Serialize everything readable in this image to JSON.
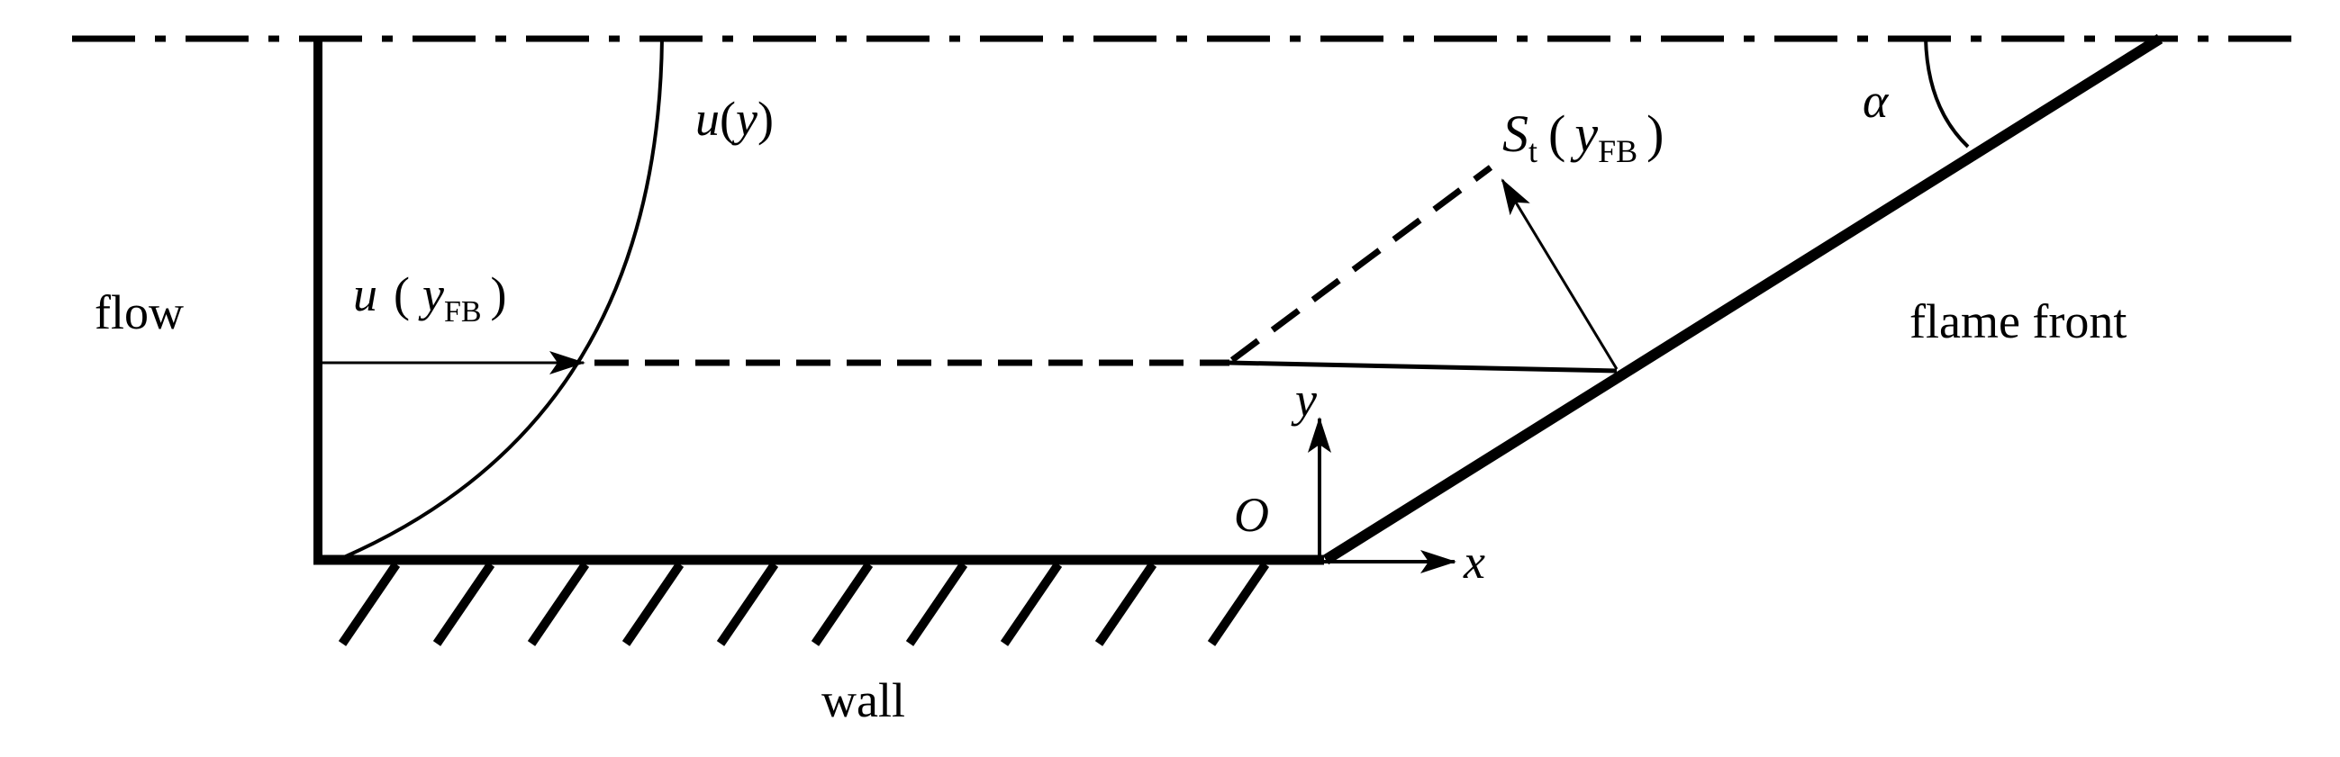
{
  "labels": {
    "flow": "flow",
    "wall": "wall",
    "flame_front": "flame front",
    "velocity_profile": {
      "u": "u",
      "paren_open": "(",
      "y": "y",
      "paren_close": ")"
    },
    "velocity_at_yfb": {
      "u": "u",
      "paren_open": "(",
      "y": "y",
      "sub": "FB",
      "paren_close": ")"
    },
    "burning_velocity": {
      "S": "S",
      "sub_t": "t",
      "paren_open": "(",
      "y": "y",
      "sub": "FB",
      "paren_close": ")"
    },
    "angle": "α",
    "origin": "O",
    "x_axis": "x",
    "y_axis": "y"
  }
}
